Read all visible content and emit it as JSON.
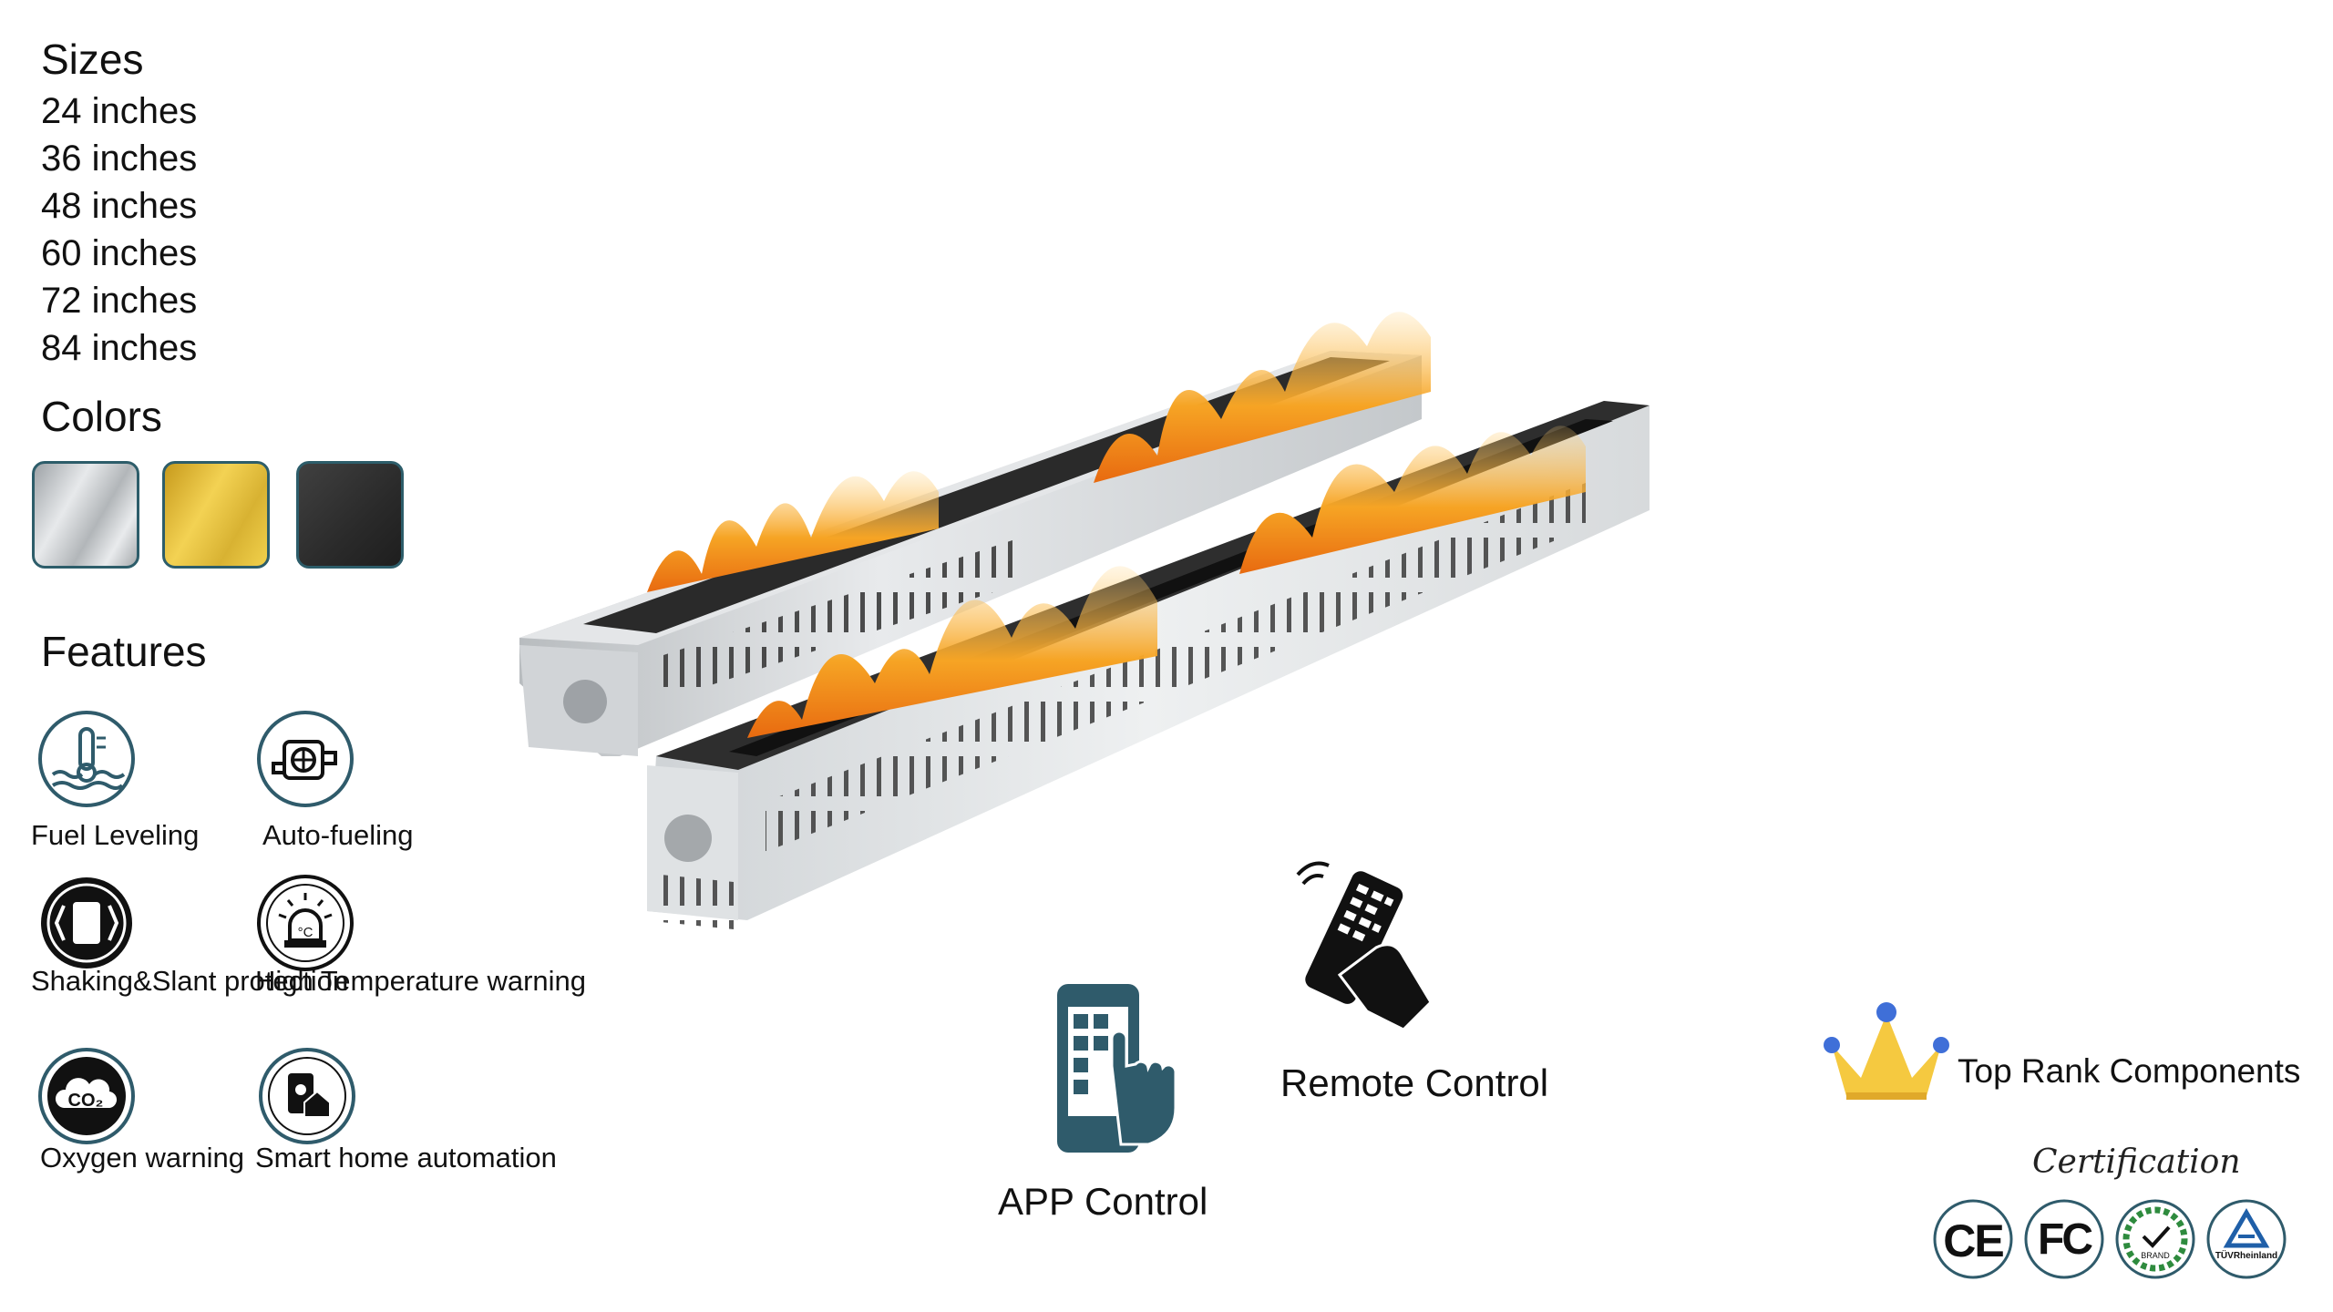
{
  "sizes": {
    "heading": "Sizes",
    "items": [
      "24 inches",
      "36 inches",
      "48 inches",
      "60 inches",
      "72 inches",
      "84 inches"
    ]
  },
  "colors": {
    "heading": "Colors",
    "swatches": [
      {
        "name": "stainless-silver",
        "hex": "#c9cdd0"
      },
      {
        "name": "gold",
        "hex": "#d9b437"
      },
      {
        "name": "black",
        "hex": "#2b2b2b"
      }
    ]
  },
  "features": {
    "heading": "Features",
    "items": [
      {
        "icon": "fuel-level-icon",
        "label": "Fuel Leveling"
      },
      {
        "icon": "auto-fuel-pump-icon",
        "label": "Auto-fueling"
      },
      {
        "icon": "shake-slant-icon",
        "label": "Shaking&Slant protection"
      },
      {
        "icon": "thermometer-alarm-icon",
        "label": "High Temperature warning"
      },
      {
        "icon": "co2-cloud-icon",
        "label": "Oxygen warning"
      },
      {
        "icon": "smart-home-icon",
        "label": "Smart home automation"
      }
    ]
  },
  "controls": {
    "app": {
      "icon": "phone-touch-icon",
      "label": "APP Control"
    },
    "remote": {
      "icon": "hand-remote-icon",
      "label": "Remote Control"
    }
  },
  "components": {
    "icon": "crown-icon",
    "label": "Top Rank Components"
  },
  "certification": {
    "title": "Certification",
    "badges": [
      "CE",
      "FC",
      "BRAND",
      "TÜVRheinland"
    ]
  },
  "accent_colors": {
    "icon_teal": "#2f5b6b",
    "crown_yellow": "#f5c940",
    "crown_dot_blue": "#3f6fd8",
    "flame_orange": "#f59a20"
  }
}
